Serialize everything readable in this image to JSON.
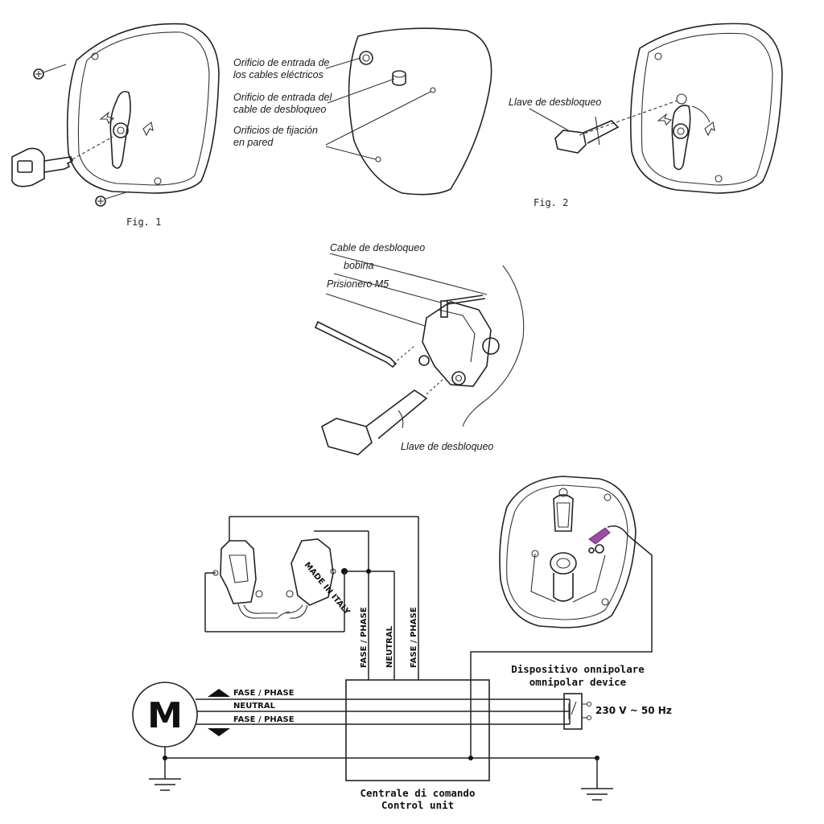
{
  "fig1": {
    "caption": "Fig. 1"
  },
  "fig_mid": {
    "label_cable_holes": "Orificio de entrada de",
    "label_cable_holes_2": "los cables eléctricos",
    "label_release_hole": "Orificio de entrada del",
    "label_release_hole_2": "cable de desbloqueo",
    "label_wall_holes": "Orificios de fijación",
    "label_wall_holes_2": "en pared"
  },
  "fig2": {
    "caption": "Fig. 2",
    "label_key": "Llave de desbloqueo"
  },
  "detail": {
    "label_cable": "Cable de desbloqueo",
    "label_coil": "bobina",
    "label_screw": "Prisionero M5",
    "label_key": "Llave de desbloqueo"
  },
  "wiring": {
    "motor": "M",
    "phase_top": "FASE / PHASE",
    "neutral": "NEUTRAL",
    "phase_bottom": "FASE / PHASE",
    "vert_phase_1": "FASE / PHASE",
    "vert_neutral": "NEUTRAL",
    "vert_phase_2": "FASE / PHASE",
    "device_it": "Dispositivo onnipolare",
    "device_en": "omnipolar device",
    "voltage": "230 V ~ 50 Hz",
    "control_it": "Centrale di comando",
    "control_en": "Control unit",
    "stamp": "MADE IN ITALY"
  },
  "colors": {
    "line": "#222222",
    "accent": "#9b4fa3"
  }
}
